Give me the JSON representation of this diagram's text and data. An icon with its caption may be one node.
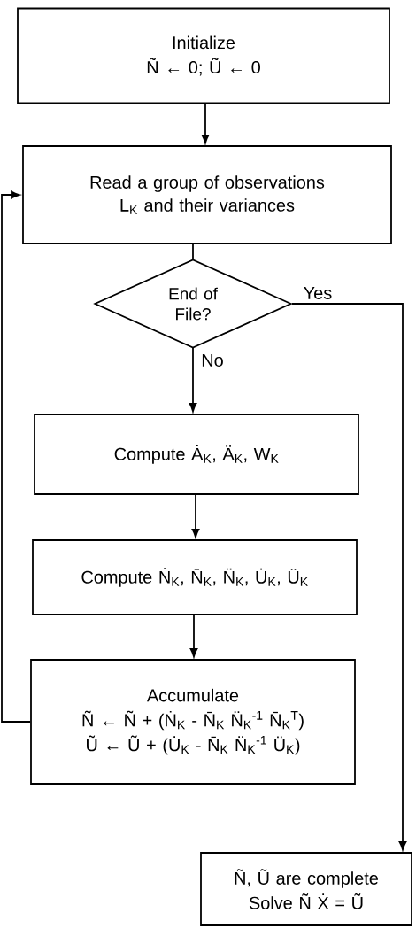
{
  "diagram": {
    "nodes": [
      {
        "text": [
          "Initialize",
          "Ñ ← 0; Ũ ← 0"
        ]
      },
      {
        "text": [
          "Read a group of observations L$_{K}$ and their variances"
        ]
      },
      {
        "text": [
          "End of File?"
        ]
      },
      {
        "text": [
          "Compute Ȧ$_{K}$, Ä$_{K}$, W$_{K}$"
        ]
      },
      {
        "text": [
          "Compute Ṅ$_{K}$, N̄$_{K}$, N̈$_{K}$, U̇$_{K}$, Ü$_{K}$"
        ]
      },
      {
        "text": [
          "Accumulate",
          "Ñ ← Ñ + (Ṅ$_{K}$ - N̄$_{K}$ N̈$_{K}$$^{-1}$ N̄$_{K}$$^{T}$)",
          "Ũ ← Ũ + (U̇$_{K}$ - N̄$_{K}$ N̈$_{K}$$^{-1}$ Ü$_{K}$)"
        ]
      },
      {
        "text": [
          "Ñ, Ũ are complete",
          "Solve Ñ Ẋ = Ũ"
        ]
      }
    ],
    "edges": [
      {
        "from": 0,
        "to": 1,
        "arrow": "to"
      },
      {
        "from": 1,
        "to": 2,
        "arrow": "none"
      },
      {
        "from": 2,
        "to": 3,
        "arrow": "to",
        "label": "No"
      },
      {
        "from": 2,
        "to": 6,
        "arrow": "to",
        "label": "Yes"
      },
      {
        "from": 3,
        "to": 4,
        "arrow": "to"
      },
      {
        "from": 4,
        "to": 5,
        "arrow": "to"
      },
      {
        "from": 5,
        "to": 1,
        "arrow": "to"
      }
    ]
  }
}
